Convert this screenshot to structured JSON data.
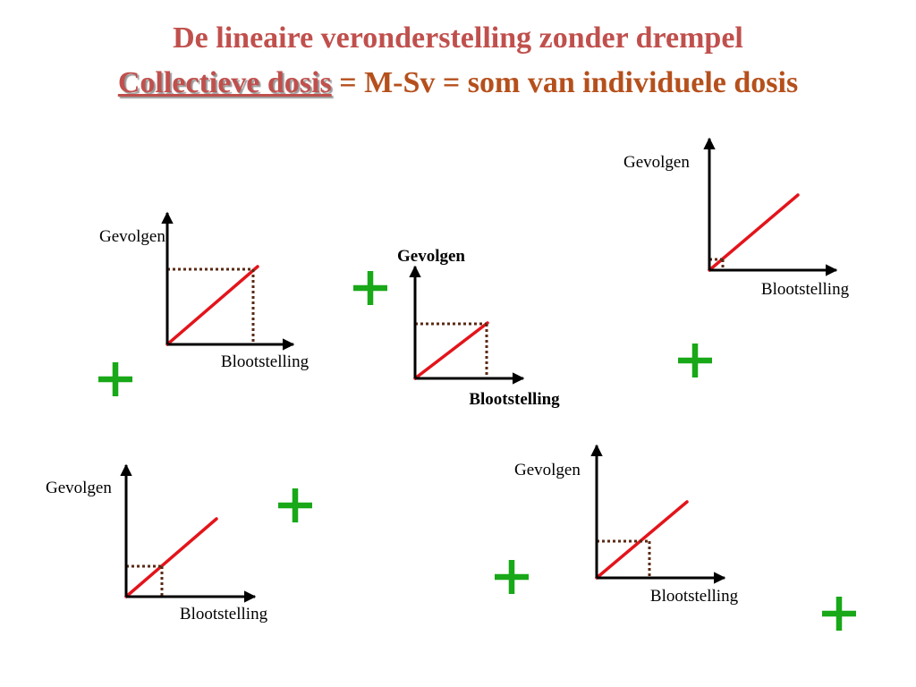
{
  "title": {
    "line1": "De lineaire veronderstelling zonder drempel",
    "line2_emphasis": "Collectieve dosis",
    "line2_rest": " = M-Sv = som van individuele dosis"
  },
  "colors": {
    "axis": "#000000",
    "line": "#e3141b",
    "dotted": "#5a2a14",
    "plus": "#18a818",
    "title_main": "#c0504d",
    "title_sub": "#b5501c"
  },
  "graphs": [
    {
      "ylabel": "Gevolgen",
      "xlabel": "Blootstelling",
      "bold": false
    },
    {
      "ylabel": "Gevolgen",
      "xlabel": "Blootstelling",
      "bold": true
    },
    {
      "ylabel": "Gevolgen",
      "xlabel": "Blootstelling",
      "bold": false
    },
    {
      "ylabel": "Gevolgen",
      "xlabel": "Blootstelling",
      "bold": false
    },
    {
      "ylabel": "Gevolgen",
      "xlabel": "Blootstelling",
      "bold": false
    }
  ],
  "plus_symbol": "+"
}
